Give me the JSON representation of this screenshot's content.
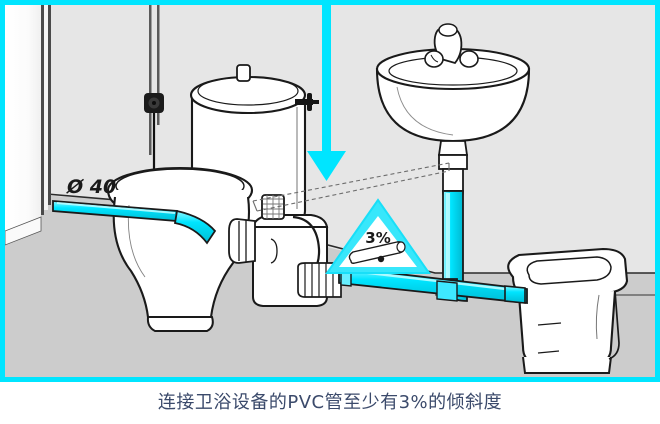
{
  "caption": {
    "text": "连接卫浴设备的PVC管至少有3%的倾斜度",
    "color": "#3b4a6b"
  },
  "illustration": {
    "title": "bathroom-drain-slope-illustration",
    "frame_color": "#00e5ff",
    "wall_color": "#e6e6e6",
    "floor_color": "#cccccc",
    "pipe_color": "#00e5ff",
    "outline_color": "#1a1a1a",
    "fixture_fill": "#ffffff"
  },
  "annotations": {
    "pipe_diameter_label": "Ø 40",
    "slope_sign_label": "3%",
    "slope_sign_shape": "warning-triangle",
    "direction_arrow": "down-arrow"
  },
  "fixtures": [
    {
      "name": "wc-toilet-with-cistern",
      "label": "toilet"
    },
    {
      "name": "macerator-pump-unit",
      "label": "macerator"
    },
    {
      "name": "wash-basin-with-tap",
      "label": "basin"
    },
    {
      "name": "bidet-pan",
      "label": "bidet"
    },
    {
      "name": "wall-socket",
      "label": "socket"
    },
    {
      "name": "door-frame",
      "label": "door"
    }
  ]
}
